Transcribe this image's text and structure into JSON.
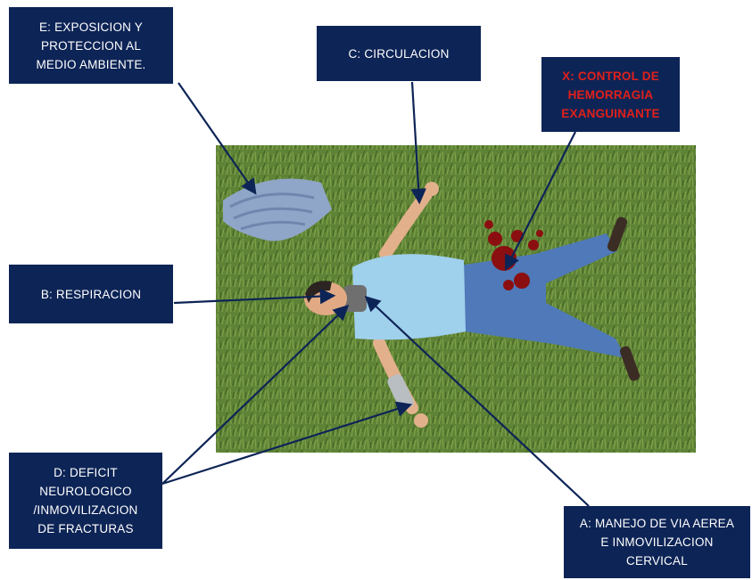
{
  "labels": {
    "e": [
      "E: EXPOSICION Y",
      "PROTECCION AL",
      "MEDIO AMBIENTE."
    ],
    "c": [
      "C: CIRCULACION"
    ],
    "x": [
      "X: CONTROL DE",
      "HEMORRAGIA",
      "EXANGUINANTE"
    ],
    "b": [
      "B: RESPIRACION"
    ],
    "d": [
      "D: DEFICIT",
      "NEUROLOGICO",
      "/INMOVILIZACION",
      "DE FRACTURAS"
    ],
    "a": [
      "A: MANEJO DE VIA AEREA",
      "E INMOVILIZACION",
      "CERVICAL"
    ]
  },
  "colors": {
    "box_bg": "#0d2456",
    "box_text": "#ffffff",
    "x_text": "#e0201a",
    "arrow": "#0d2456",
    "grass": "#5b7d34",
    "blood": "#8b0f10"
  }
}
